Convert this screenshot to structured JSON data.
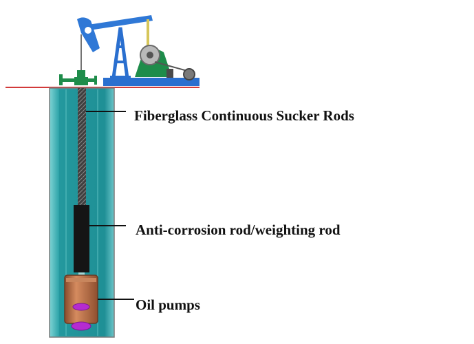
{
  "labels": {
    "rods": "Fiberglass Continuous Sucker Rods",
    "anti_corrosion": "Anti-corrosion rod/weighting rod",
    "pump": "Oil pumps"
  },
  "colors": {
    "ground_line": "#d23a3a",
    "casing": "#2aa3a8",
    "casing_inner": "#1f8f96",
    "rod": "#5a5a5a",
    "weight_rod": "#151515",
    "pump_body": "#b8714a",
    "pump_valve": "#b52bd1",
    "pumpjack_blue": "#2a6fcf",
    "pumpjack_green": "#1e8c4a",
    "walking_beam": "#2f78d6",
    "leader_line": "#111111"
  },
  "icons": [
    "pumpjack-icon",
    "wellhead-icon",
    "well-casing-icon",
    "oil-pump-icon"
  ]
}
